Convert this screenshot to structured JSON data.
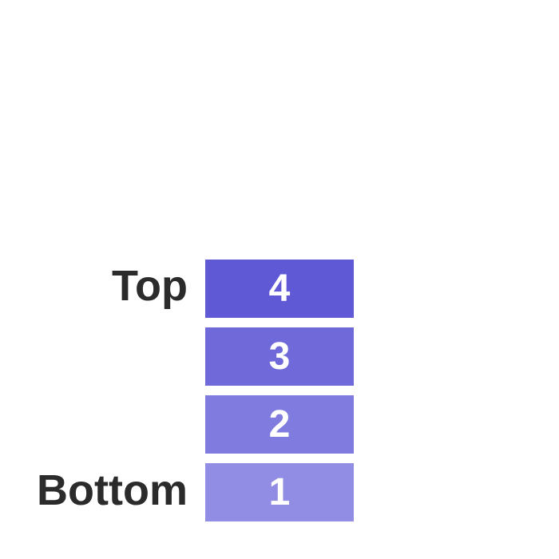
{
  "labels": {
    "top": "Top",
    "bottom": "Bottom"
  },
  "stack": {
    "items": [
      {
        "value": "4",
        "color": "#5f59d6"
      },
      {
        "value": "3",
        "color": "#6f69da"
      },
      {
        "value": "2",
        "color": "#807bdf"
      },
      {
        "value": "1",
        "color": "#928de4"
      }
    ]
  }
}
